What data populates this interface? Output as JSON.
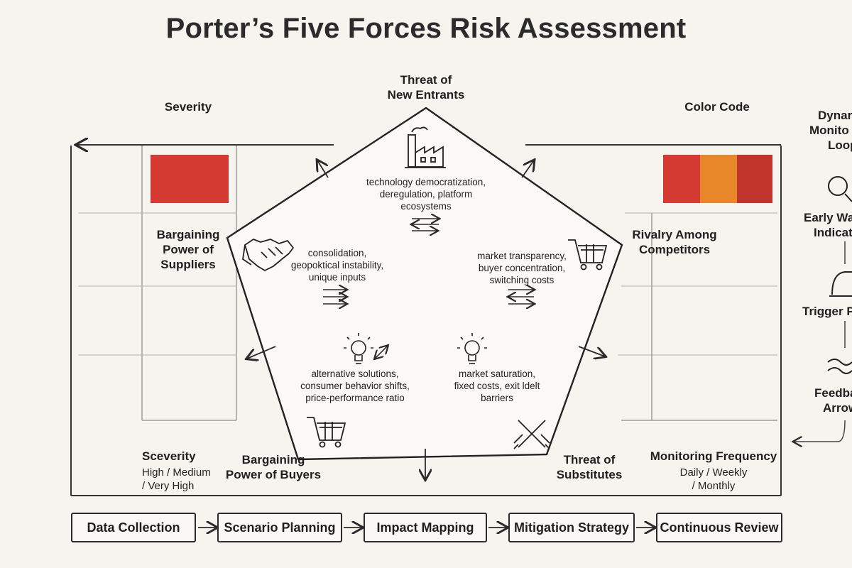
{
  "title": "Porter’s Five Forces Risk Assessment",
  "severity_label": "Severity",
  "color_code_label": "Color Code",
  "colors": {
    "severity_swatch": "#d43a32",
    "code_red": "#d43a32",
    "code_orange": "#e8862a",
    "code_darkred": "#c0352b"
  },
  "forces": {
    "new_entrants": {
      "name": "Threat of New Entrants",
      "line1": "Threat of",
      "line2": "New Entrants",
      "factors1": "technology democratization,",
      "factors2": "deregulation, platform",
      "factors3": "ecosystems"
    },
    "suppliers": {
      "line1": "Bargaining",
      "line2": "Power of",
      "line3": "Suppliers",
      "factors1": "consolidation,",
      "factors2": "geopoktical instability,",
      "factors3": "unique inputs"
    },
    "rivalry": {
      "line1": "Rivalry Among",
      "line2": "Competitors",
      "factors1": "market transparency,",
      "factors2": "buyer concentration,",
      "factors3": "switching costs"
    },
    "buyers": {
      "line1": "Bargaining",
      "line2": "Power of Buyers",
      "factors1": "alternative solutions,",
      "factors2": "consumer behavior shifts,",
      "factors3": "price-performance ratio"
    },
    "substitutes": {
      "line1": "Threat of",
      "line2": "Substitutes",
      "factors1": "market saturation,",
      "factors2": "fixed costs, exit ldelt",
      "factors3": "barriers"
    }
  },
  "severity_bottom": {
    "label": "Sceverity",
    "line1": "High / Medium",
    "line2": "/ Very High"
  },
  "monitoring": {
    "label": "Monitoring Frequency",
    "line1": "Daily / Weekly",
    "line2": "/ Monthly"
  },
  "loop": {
    "title1": "Dynar",
    "title2": "Monito",
    "title3": "Loop",
    "early1": "Early Wa",
    "early2": "Indicat",
    "trigger": "Trigger P",
    "feedback1": "Feedba",
    "feedback2": "Arrow"
  },
  "steps": [
    "Data Collection",
    "Scenario Planning",
    "Impact Mapping",
    "Mitigation Strategy",
    "Continuous Review"
  ],
  "icons": {
    "new_entrants": "factory-icon",
    "suppliers": "handshake-icon",
    "rivalry": "shopping-cart-icon",
    "buyers": "shopping-cart-icon",
    "substitutes": "crossed-swords-icon",
    "ideas": "lightbulb-icon",
    "early_warning": "magnifier-icon",
    "trigger": "alarm-bell-icon",
    "feedback": "wave-icon"
  }
}
